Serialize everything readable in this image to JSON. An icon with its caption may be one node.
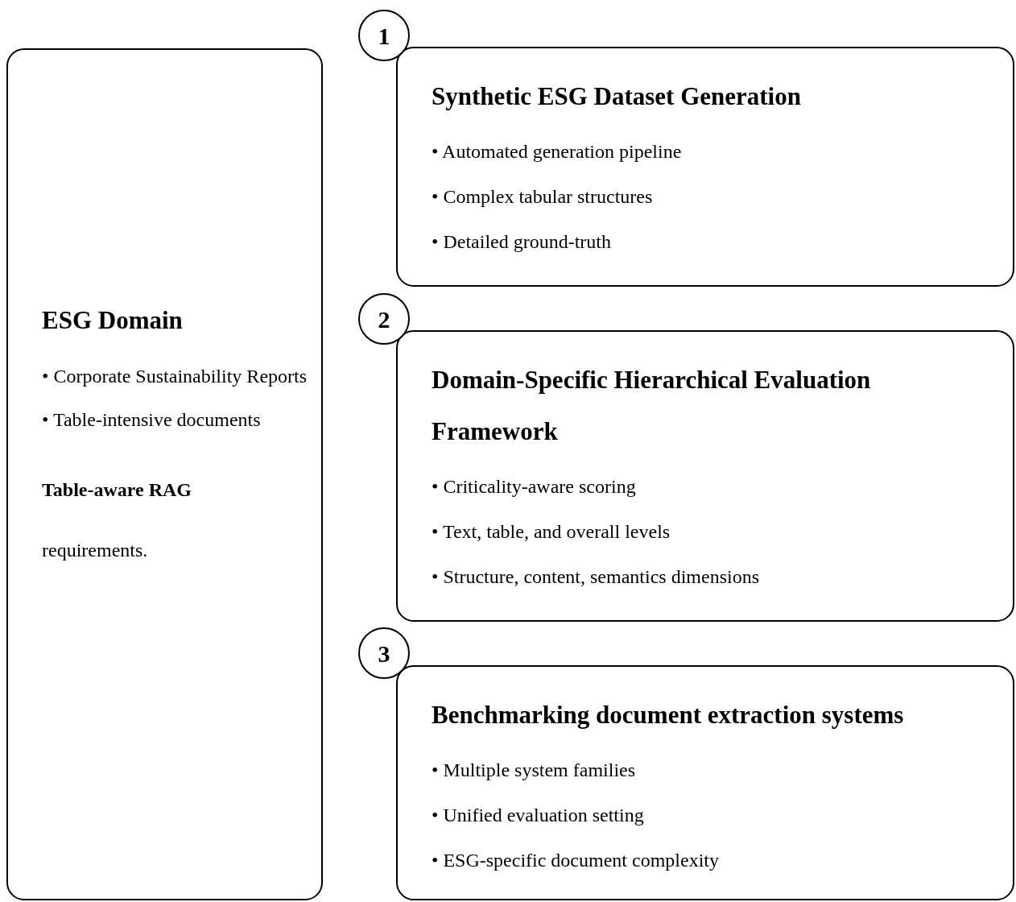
{
  "diagram": {
    "nodes": [
      {
        "text": [
          "ESG Domain",
          "• Corporate Sustainability Reports",
          "• Table-intensive documents",
          "Table-aware RAG",
          "requirements."
        ]
      },
      {
        "text": [
          "1"
        ]
      },
      {
        "text": [
          "Synthetic ESG Dataset Generation",
          "• Automated generation pipeline",
          "• Complex tabular structures",
          "• Detailed ground-truth"
        ]
      },
      {
        "text": [
          "2"
        ]
      },
      {
        "text": [
          "Domain-Specific Hierarchical Evaluation Framework",
          "• Criticality-aware scoring",
          "• Text, table, and overall levels",
          "• Structure, content, semantics dimensions"
        ]
      },
      {
        "text": [
          "3"
        ]
      },
      {
        "text": [
          "Benchmarking document extraction systems",
          "• Multiple system families",
          "• Unified evaluation setting",
          "• ESG-specific document complexity"
        ]
      }
    ]
  }
}
